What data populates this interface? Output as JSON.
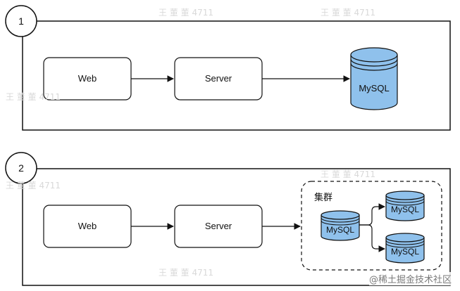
{
  "colors": {
    "db_fill": "#8fc1ec",
    "stroke": "#111111",
    "watermark": "#d9d9d9",
    "footer": "#7a7a7a"
  },
  "diagram_1": {
    "number": "1",
    "nodes": {
      "web": "Web",
      "server": "Server",
      "db": "MySQL"
    }
  },
  "diagram_2": {
    "number": "2",
    "nodes": {
      "web": "Web",
      "server": "Server"
    },
    "cluster": {
      "title": "集群",
      "primary": "MySQL",
      "replicas": [
        "MySQL",
        "MySQL"
      ]
    }
  },
  "watermark_text": "王 董 董 4711",
  "footer": "@稀土掘金技术社区"
}
